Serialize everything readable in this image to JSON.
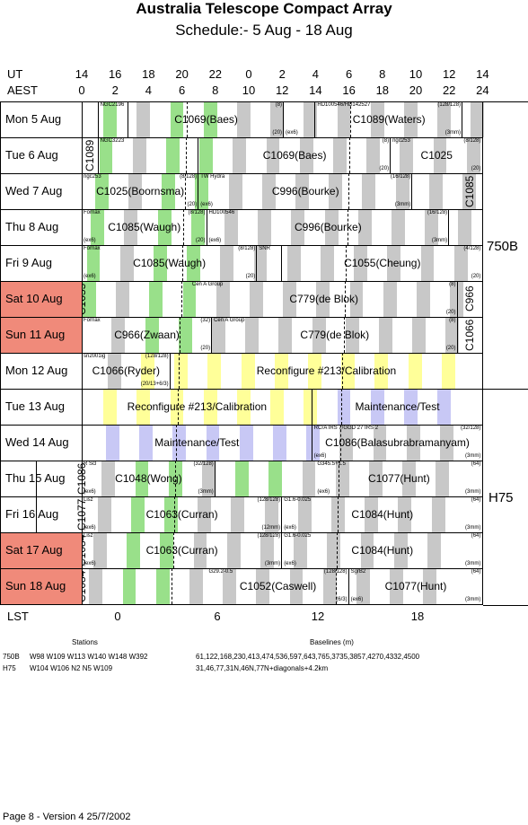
{
  "title": "Australia Telescope Compact Array",
  "subtitle": "Schedule:- 5  Aug - 18 Aug",
  "header": {
    "ut_label": "UT",
    "aest_label": "AEST",
    "ut_hours": [
      "14",
      "16",
      "18",
      "20",
      "22",
      "0",
      "2",
      "4",
      "6",
      "8",
      "10",
      "12",
      "14"
    ],
    "aest_hours": [
      "0",
      "2",
      "4",
      "6",
      "8",
      "10",
      "12",
      "14",
      "16",
      "18",
      "20",
      "22",
      "24"
    ]
  },
  "days": [
    {
      "label": "Mon   5  Aug",
      "weekend": false
    },
    {
      "label": "Tue   6  Aug",
      "weekend": false
    },
    {
      "label": "Wed   7  Aug",
      "weekend": false
    },
    {
      "label": "Thu   8  Aug",
      "weekend": false
    },
    {
      "label": "Fri   9  Aug",
      "weekend": false
    },
    {
      "label": "Sat   10 Aug",
      "weekend": true
    },
    {
      "label": "Sun   11 Aug",
      "weekend": true
    },
    {
      "label": "Mon  12 Aug",
      "weekend": false
    },
    {
      "label": "Tue   13 Aug",
      "weekend": false
    },
    {
      "label": "Wed  14 Aug",
      "weekend": false
    },
    {
      "label": "Thu   15 Aug",
      "weekend": false
    },
    {
      "label": "Fri   16 Aug",
      "weekend": false
    },
    {
      "label": "Sat   17 Aug",
      "weekend": true
    },
    {
      "label": "Sun   18 Aug",
      "weekend": true
    }
  ],
  "blocks": [
    [
      {
        "a": 0,
        "b": 1.0,
        "vt": "",
        "lbl": "",
        "tl": "",
        "tr": "",
        "br": "",
        "bl": ""
      },
      {
        "a": 1.0,
        "b": 2.8,
        "lbl": "",
        "tl": "NGC2196",
        "tr": "",
        "br": "",
        "bl": ""
      },
      {
        "a": 2.8,
        "b": 12.1,
        "lbl": "C1069(Baes)",
        "tl": "",
        "tr": "(8)",
        "br": "(20)",
        "bl": ""
      },
      {
        "a": 12.1,
        "b": 14.0,
        "lbl": "",
        "tl": "",
        "tr": "",
        "br": "",
        "bl": "(ex6)"
      },
      {
        "a": 14.0,
        "b": 22.8,
        "lbl": "C1089(Waters)",
        "tl": "HD100546/HD142527",
        "tr": "(128/128)",
        "br": "(3mm)",
        "bl": ""
      }
    ],
    [
      {
        "a": 0,
        "b": 1.0,
        "vt": "C1089",
        "lbl": ""
      },
      {
        "a": 1.0,
        "b": 7.0,
        "lbl": "",
        "tl": "NGC3223",
        "tr": "",
        "br": "",
        "bl": ""
      },
      {
        "a": 7.0,
        "b": 18.5,
        "lbl": "C1069(Baes)",
        "tl": "",
        "tr": "(8)",
        "br": "(20)",
        "bl": ""
      },
      {
        "a": 18.5,
        "b": 24,
        "lbl": "C1025",
        "tl": "ngc253",
        "tr": "(8/128)",
        "br": "(20)",
        "bl": ""
      }
    ],
    [
      {
        "a": -4.5,
        "b": 7.0,
        "lbl": "C1025(Boornsma)",
        "tl": "ngc253",
        "tr": "(8/128)",
        "br": "(20)",
        "bl": ""
      },
      {
        "a": 7.0,
        "b": 19.8,
        "lbl": "C996(Bourke)",
        "tl": "TW Hydra",
        "tr": "(16/128)",
        "br": "(3mm)",
        "bl": "(ex6)"
      },
      {
        "a": 22.5,
        "b": 24,
        "vt": "C1085",
        "lbl": ""
      }
    ],
    [
      {
        "a": -4.5,
        "b": 7.5,
        "lbl": "C1085(Waugh)",
        "tl": "Fornax",
        "tr": "(8/128)",
        "br": "(20)",
        "bl": "(ex6)"
      },
      {
        "a": 7.5,
        "b": 22.0,
        "lbl": "C996(Bourke)",
        "tl": "HD100546",
        "tr": "(16/128)",
        "br": "(3mm)",
        "bl": "(ex6)"
      }
    ],
    [
      {
        "a": -4.5,
        "b": 10.5,
        "lbl": "C1085(Waugh)",
        "tl": "Fornax",
        "tr": "(8/128)",
        "br": "(20)",
        "bl": "(ex6)"
      },
      {
        "a": 10.5,
        "b": 12.0,
        "lbl": "",
        "tl": "SNR",
        "tr": "",
        "br": "",
        "bl": ""
      },
      {
        "a": 12.0,
        "b": 24,
        "lbl": "C1055(Cheung)",
        "tl": "",
        "tr": "(4/128)",
        "br": "(20)",
        "bl": ""
      }
    ],
    [
      {
        "a": -4.5,
        "b": -2.7,
        "vt": "C1055",
        "lbl": ""
      },
      {
        "a": 6.5,
        "b": 22.5,
        "lbl": "C779(de Blok)",
        "tl": "Cen A Group",
        "tr": "(8)",
        "br": "(20)",
        "bl": ""
      },
      {
        "a": 22.5,
        "b": 24,
        "vt": "C966",
        "lbl": ""
      }
    ],
    [
      {
        "a": -4.5,
        "b": 7.8,
        "lbl": "C966(Zwaan)",
        "tl": "Fornax",
        "tr": "(32)",
        "br": "(20)",
        "bl": ""
      },
      {
        "a": 7.8,
        "b": 22.5,
        "lbl": "C779(de Blok)",
        "tl": "Cen A Group",
        "tr": "(8)",
        "br": "(20)",
        "bl": ""
      },
      {
        "a": 22.5,
        "b": 24,
        "vt": "C1066",
        "lbl": ""
      }
    ],
    [
      {
        "a": -4.5,
        "b": 5.3,
        "lbl": "C1066(Ryder)",
        "tl": "sn2001ig",
        "tr": "(128/128)",
        "br": "(20/13+6/3)",
        "bl": ""
      },
      {
        "a": 5.3,
        "b": 24,
        "lbl": "Reconfigure #213/Calibration",
        "tl": "",
        "tr": "",
        "br": "",
        "bl": ""
      }
    ],
    [
      {
        "a": -4.5,
        "b": 13.8,
        "lbl": "Reconfigure #213/Calibration",
        "tl": "",
        "tr": "",
        "br": "",
        "bl": ""
      },
      {
        "a": 13.8,
        "b": 24,
        "lbl": "Maintenance/Test",
        "tl": "",
        "tr": "",
        "br": "",
        "bl": ""
      }
    ],
    [
      {
        "a": -4.5,
        "b": 13.8,
        "lbl": "Maintenance/Test",
        "tl": "",
        "tr": "",
        "br": "",
        "bl": ""
      },
      {
        "a": 13.8,
        "b": 24,
        "lbl": "C1086(Balasubrabramanyam)",
        "tl": "RCrA IRS 7/GGD 27 IRS 2",
        "tr": "(32/128)",
        "br": "(3mm)",
        "bl": "(ex6)"
      }
    ],
    [
      {
        "a": -4.5,
        "b": -2.7,
        "vt": "C1086",
        "lbl": ""
      },
      {
        "a": -2.7,
        "b": 8.0,
        "lbl": "C1048(Wong)",
        "tl": "R Scl",
        "tr": "(32/128)",
        "br": "(3mm)",
        "bl": "(ex6)"
      },
      {
        "a": 14.0,
        "b": 24,
        "lbl": "C1077(Hunt)",
        "tl": "G345.5+1.5",
        "tr": "(64)",
        "br": "(3mm)",
        "bl": "(ex6)"
      }
    ],
    [
      {
        "a": -4.5,
        "b": -2.7,
        "vt": "C1077",
        "lbl": ""
      },
      {
        "a": -2.7,
        "b": 12.0,
        "lbl": "C1063(Curran)",
        "tl": "Lisz",
        "tr": "(128/128)",
        "br": "(12mm)",
        "bl": "(ex6)"
      },
      {
        "a": 12.0,
        "b": 24,
        "lbl": "C1084(Hunt)",
        "tl": "G1.6-0.025",
        "tr": "(64)",
        "br": "(3mm)",
        "bl": "(ex6)"
      }
    ],
    [
      {
        "a": -4.5,
        "b": -2.7,
        "vt": "C1084",
        "lbl": ""
      },
      {
        "a": -2.7,
        "b": 12.0,
        "lbl": "C1063(Curran)",
        "tl": "Lisz",
        "tr": "(128/128)",
        "br": "(3mm)",
        "bl": "(ex6)"
      },
      {
        "a": 12.0,
        "b": 24,
        "lbl": "C1084(Hunt)",
        "tl": "G1.6-0.025",
        "tr": "(64)",
        "br": "(3mm)",
        "bl": "(ex6)"
      }
    ],
    [
      {
        "a": -4.5,
        "b": -2.7,
        "vt": "C1084",
        "lbl": ""
      },
      {
        "a": 7.5,
        "b": 16.0,
        "lbl": "C1052(Caswell)",
        "tl": "G29.2-0.5",
        "tr": "(128/128)",
        "br": "(6/3)",
        "bl": ""
      },
      {
        "a": 16.0,
        "b": 24,
        "lbl": "C1077(Hunt)",
        "tl": "SgrB2",
        "tr": "(64)",
        "br": "(3mm)",
        "bl": "(ex6)"
      }
    ]
  ],
  "config_labels": {
    "top": "750B",
    "bottom": "H75"
  },
  "lst": {
    "label": "LST",
    "ticks": [
      "0",
      "6",
      "12",
      "18"
    ]
  },
  "footer": {
    "stations_header": "Stations",
    "baselines_header": "Baselines (m)",
    "rows": [
      {
        "config": "750B",
        "stations": "W98 W109 W113 W140 W148 W392",
        "baselines": "61,122,168,230,413,474,536,597,643,765,3735,3857,4270,4332,4500"
      },
      {
        "config": "H75",
        "stations": "W104 W106 N2 N5 W109",
        "baselines": "31,46,77,31N,46N,77N+diagonals+4.2km"
      }
    ],
    "page_note": "Page 8 - Version 4  25/7/2002"
  },
  "colors": {
    "weekend": "#f08a7a",
    "grey_stripe": "#c8c8c8",
    "green_stripe": "#99e08a",
    "yellow_stripe": "#ffff99",
    "blue_stripe": "#c8c8f5"
  }
}
